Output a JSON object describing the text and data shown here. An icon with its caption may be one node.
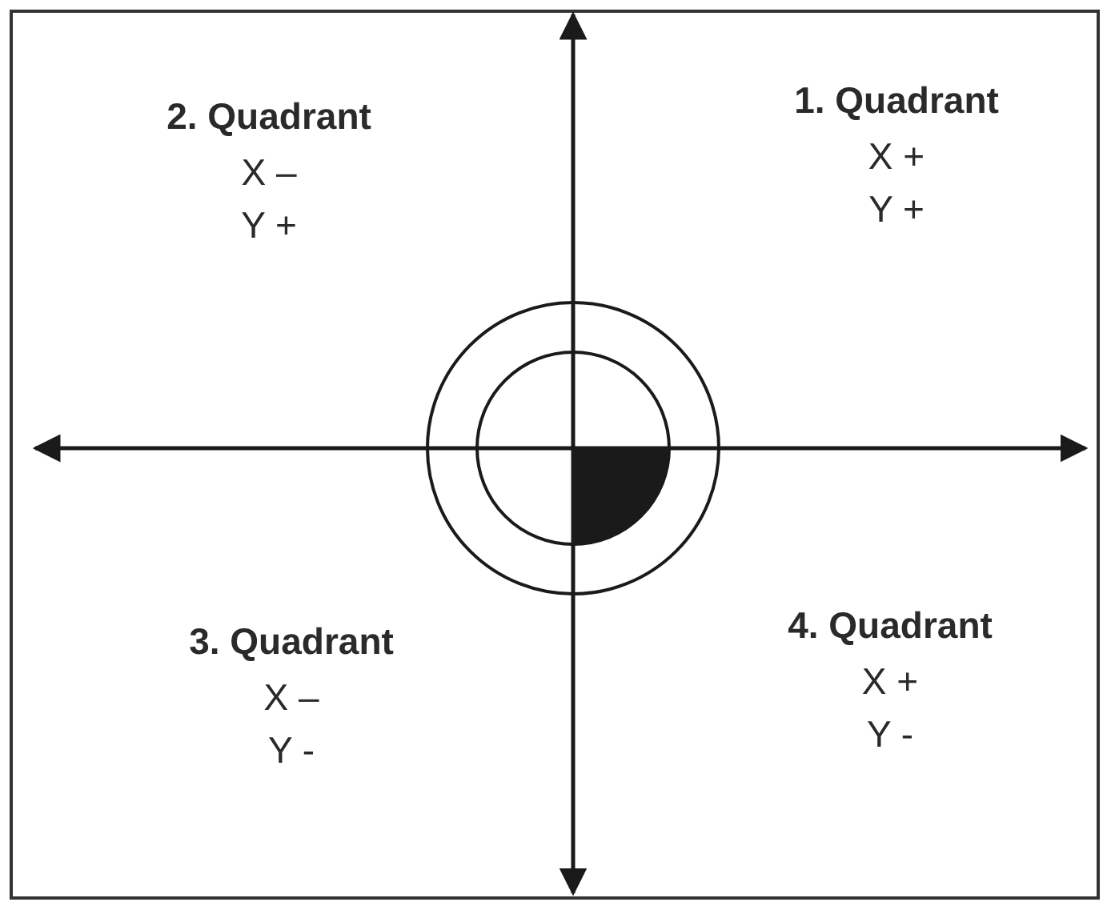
{
  "diagram": {
    "labels": [
      "2. Quadrant",
      "X –",
      "Y +",
      "1. Quadrant",
      "X +",
      "Y +",
      "3. Quadrant",
      "X –",
      "Y -",
      "4. Quadrant",
      "X +",
      "Y -"
    ]
  }
}
